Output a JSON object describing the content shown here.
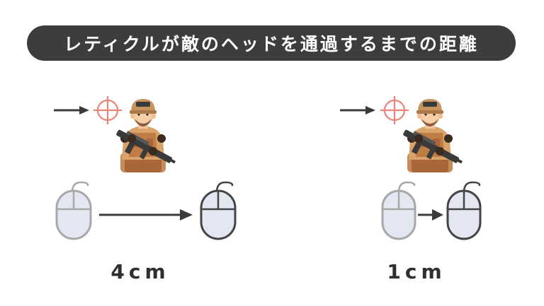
{
  "title": "レティクルが敵のヘッドを通過するまでの距離",
  "panels": [
    {
      "distance_label": "4cm"
    },
    {
      "distance_label": "1cm"
    }
  ],
  "colors": {
    "banner": "#3d3d3d",
    "reticle": "#e8847a",
    "arrow": "#3a3a3a",
    "mouse_body": "#e3e7f1",
    "mouse_outline_start": "#a8a8a8",
    "mouse_outline_end": "#444444"
  }
}
